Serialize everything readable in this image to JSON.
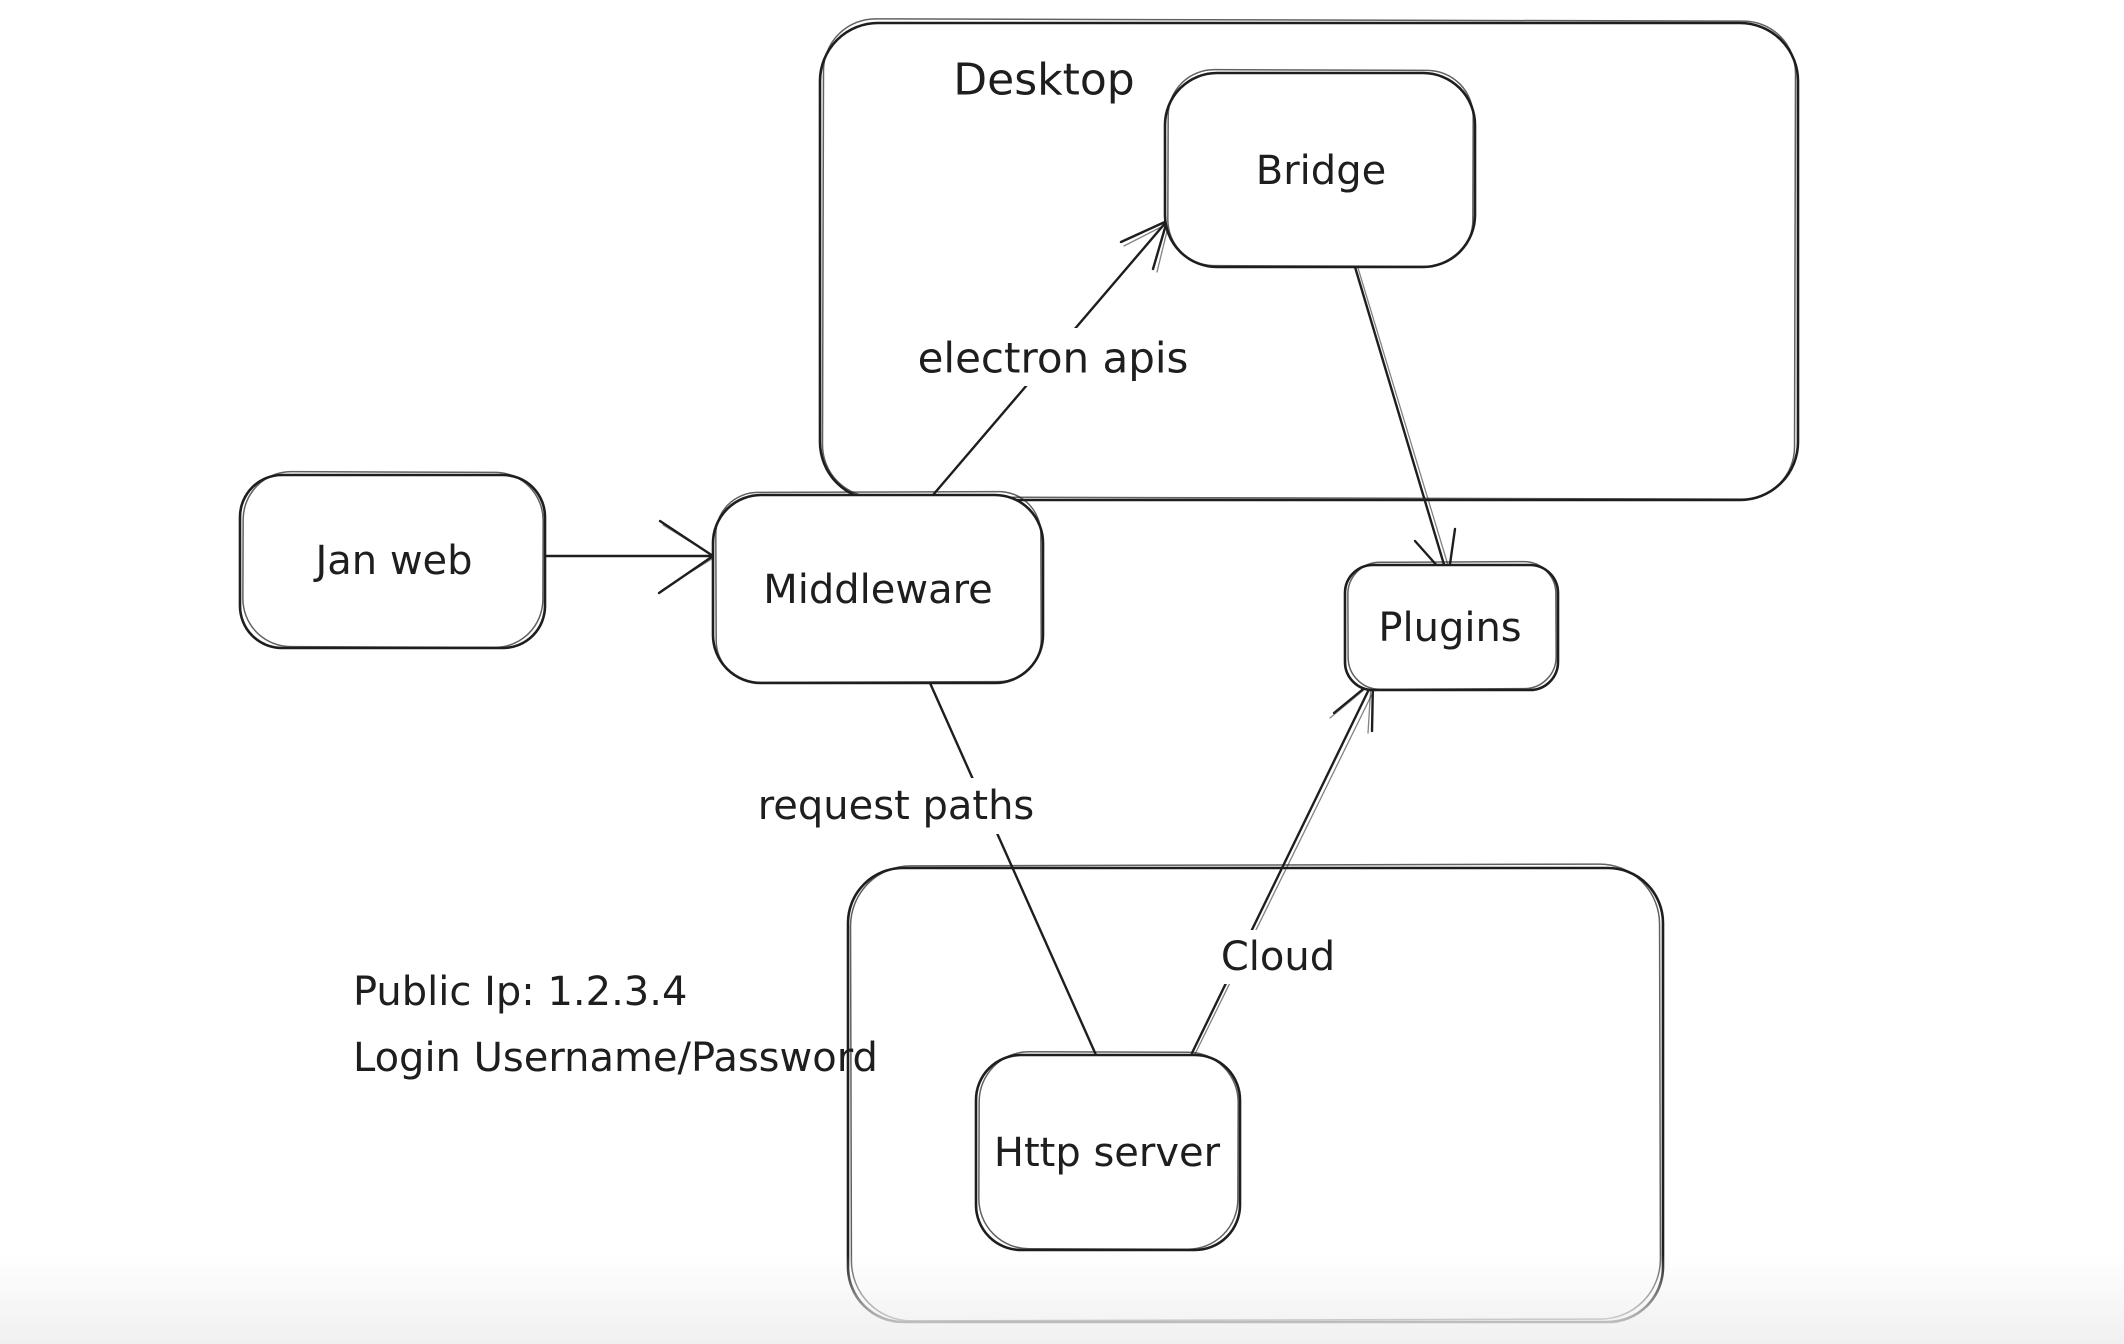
{
  "colors": {
    "stroke": "#1e1e1e",
    "background": "#ffffff",
    "bottom_fade": "#f0f0f1"
  },
  "diagram": {
    "containers": [
      {
        "id": "desktop",
        "label": "Desktop"
      },
      {
        "id": "cloud",
        "label": "Cloud"
      }
    ],
    "nodes": [
      {
        "id": "jan-web",
        "label": "Jan web"
      },
      {
        "id": "middleware",
        "label": "Middleware"
      },
      {
        "id": "bridge",
        "label": "Bridge"
      },
      {
        "id": "plugins",
        "label": "Plugins"
      },
      {
        "id": "http-server",
        "label": "Http server"
      }
    ],
    "edges": [
      {
        "id": "jan-web-to-middleware",
        "from": "Jan web",
        "to": "Middleware",
        "label": "",
        "arrowhead": "open-chevron"
      },
      {
        "id": "middleware-to-bridge",
        "from": "Middleware",
        "to": "Bridge",
        "label": "electron apis",
        "arrowhead": "open-chevron"
      },
      {
        "id": "bridge-to-plugins",
        "from": "Bridge",
        "to": "Plugins",
        "label": "",
        "arrowhead": "open-chevron"
      },
      {
        "id": "middleware-to-http-server",
        "from": "Middleware",
        "to": "Http server",
        "label": "request paths",
        "arrowhead": "none"
      },
      {
        "id": "http-server-to-plugins",
        "from": "Http server",
        "to": "Plugins",
        "label": "",
        "arrowhead": "open-chevron"
      }
    ],
    "notes": [
      {
        "text": "Public Ip: 1.2.3.4"
      },
      {
        "text": "Login Username/Password"
      }
    ]
  }
}
